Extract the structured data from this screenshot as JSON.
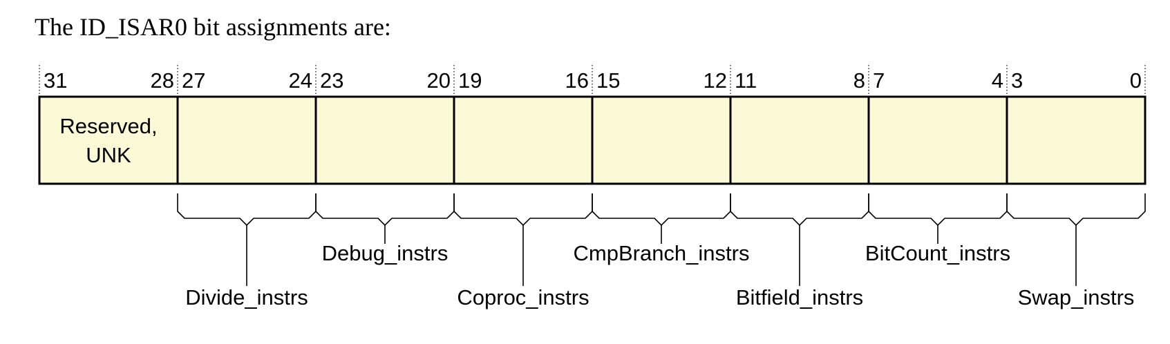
{
  "intro_text": "The ID_ISAR0 bit assignments are:",
  "colors": {
    "field_fill": "#FCFAD6",
    "line": "#000000"
  },
  "fields": [
    {
      "high_bit": "31",
      "low_bit": "28",
      "label": "",
      "box_lines": [
        "Reserved,",
        "UNK"
      ]
    },
    {
      "high_bit": "27",
      "low_bit": "24",
      "label": "Divide_instrs",
      "box_lines": []
    },
    {
      "high_bit": "23",
      "low_bit": "20",
      "label": "Debug_instrs",
      "box_lines": []
    },
    {
      "high_bit": "19",
      "low_bit": "16",
      "label": "Coproc_instrs",
      "box_lines": []
    },
    {
      "high_bit": "15",
      "low_bit": "12",
      "label": "CmpBranch_instrs",
      "box_lines": []
    },
    {
      "high_bit": "11",
      "low_bit": "8",
      "label": "Bitfield_instrs",
      "box_lines": []
    },
    {
      "high_bit": "7",
      "low_bit": "4",
      "label": "BitCount_instrs",
      "box_lines": []
    },
    {
      "high_bit": "3",
      "low_bit": "0",
      "label": "Swap_instrs",
      "box_lines": []
    }
  ]
}
